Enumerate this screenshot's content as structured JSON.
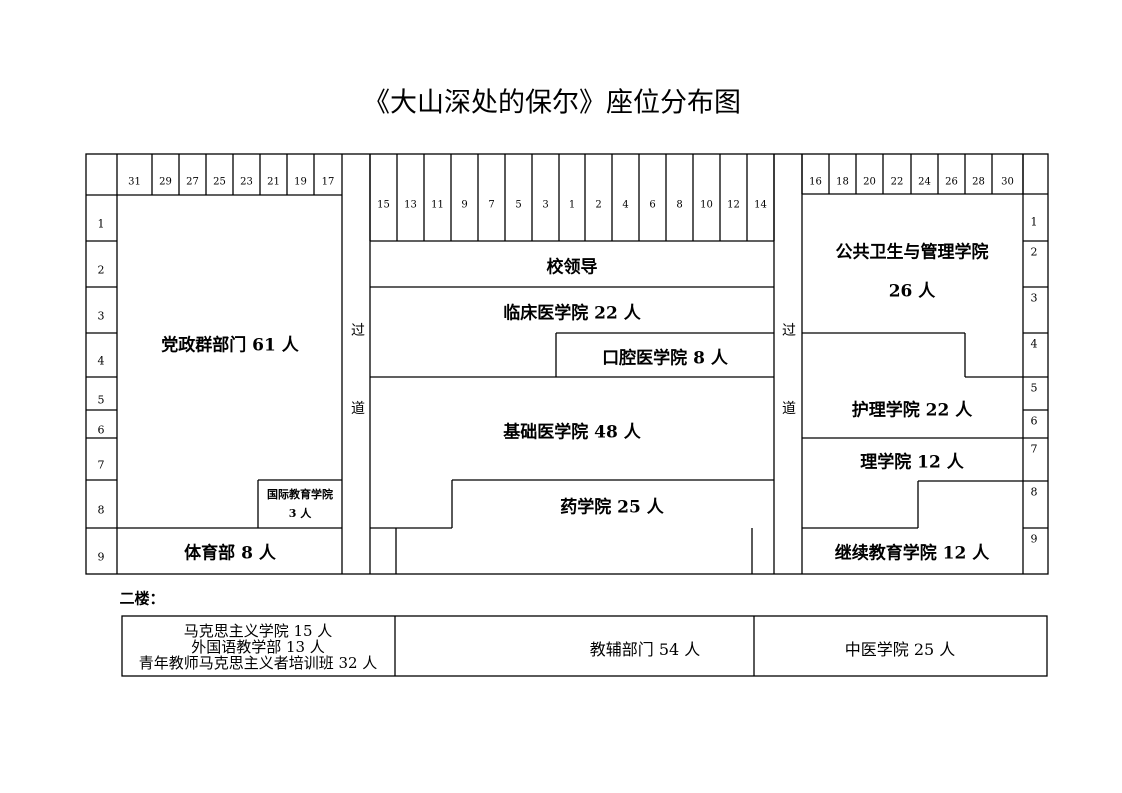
{
  "title": "《大山深处的保尔》座位分布图",
  "left_seats": [
    "31",
    "29",
    "27",
    "25",
    "23",
    "21",
    "19",
    "17"
  ],
  "center_seats": [
    "15",
    "13",
    "11",
    "9",
    "7",
    "5",
    "3",
    "1",
    "2",
    "4",
    "6",
    "8",
    "10",
    "12",
    "14"
  ],
  "right_seats": [
    "16",
    "18",
    "20",
    "22",
    "24",
    "26",
    "28",
    "30"
  ],
  "rows": [
    "1",
    "2",
    "3",
    "4",
    "5",
    "6",
    "7",
    "8",
    "9"
  ],
  "aisle": [
    "过",
    "道"
  ],
  "areas": {
    "dangzheng": "党政群部门 61 人",
    "guoji_1": "国际教育学院",
    "guoji_2": "3 人",
    "tiyu": "体育部 8 人",
    "xiaolingdao": "校领导",
    "linchuang": "临床医学院 22 人",
    "kouqiang": "口腔医学院 8 人",
    "jichu": "基础医学院 48 人",
    "yaoxue": "药学院 25 人",
    "gonggong_1": "公共卫生与管理学院",
    "gonggong_2": "26 人",
    "huli": "护理学院 22 人",
    "lixue": "理学院 12 人",
    "jixu": "继续教育学院 12 人"
  },
  "second_floor": {
    "label": "二楼：",
    "cell1": [
      "马克思主义学院 15 人",
      "外国语教学部 13 人",
      "青年教师马克思主义者培训班 32 人"
    ],
    "cell2": "教辅部门 54 人",
    "cell3": "中医学院 25 人"
  }
}
